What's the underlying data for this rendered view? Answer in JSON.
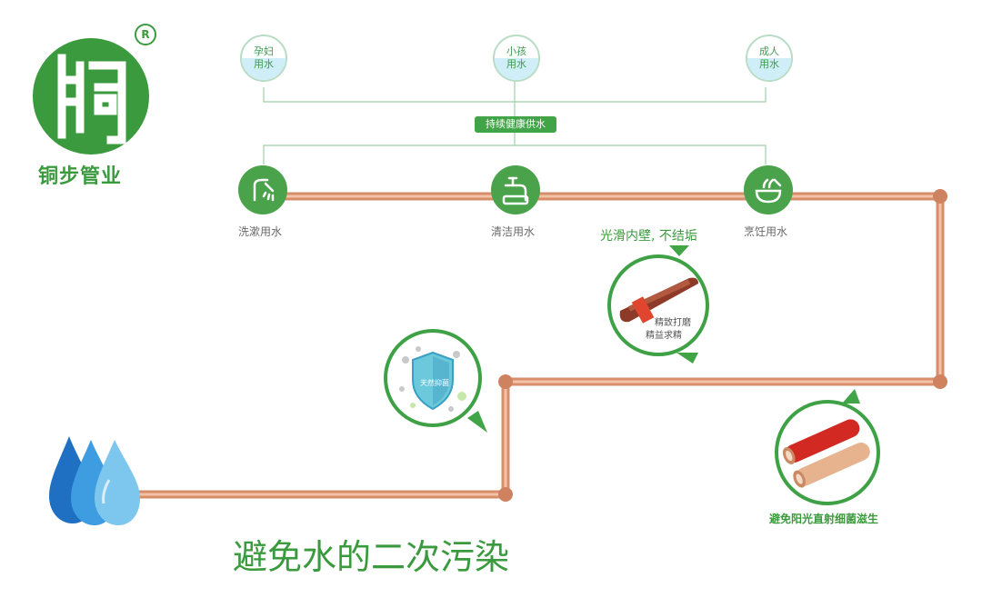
{
  "brand": {
    "name": "铜步管业",
    "logo_glyph": "闱",
    "registered_mark": "R",
    "green": "#3b9a3e"
  },
  "top_usage": [
    {
      "line1": "孕妇",
      "line2": "用水"
    },
    {
      "line1": "小孩",
      "line2": "用水"
    },
    {
      "line1": "成人",
      "line2": "用水"
    }
  ],
  "supply_label": "持续健康供水",
  "usage_points": [
    {
      "icon": "shower-icon",
      "label": "洗漱用水"
    },
    {
      "icon": "faucet-icon",
      "label": "清洁用水"
    },
    {
      "icon": "cooking-pot-icon",
      "label": "烹饪用水"
    }
  ],
  "features": {
    "smooth_wall": {
      "title": "光滑内壁, 不结垢",
      "line1": "精致打磨",
      "line2": "精益求精"
    },
    "antibacterial": {
      "shield_text": "天然抑菌"
    },
    "sunlight": {
      "caption": "避免阳光直射细菌滋生"
    }
  },
  "headline": "避免水的二次污染",
  "colors": {
    "pipe": "#d98e6a",
    "pipe_highlight": "#f2c3a6",
    "accent_green": "#41a447",
    "red_band": "#d22a23",
    "water_blue": "#1f6fc2"
  }
}
